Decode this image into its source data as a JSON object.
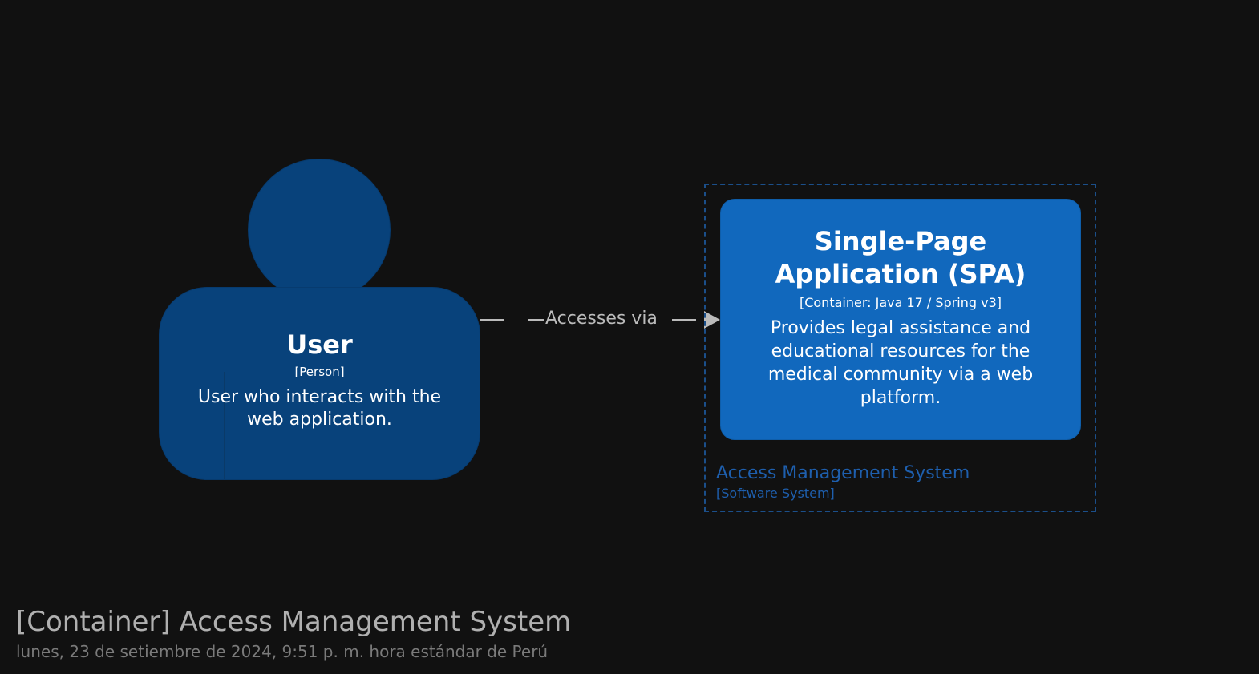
{
  "person": {
    "name": "User",
    "type": "[Person]",
    "description": "User who interacts with the web application."
  },
  "relationship": {
    "label": "Accesses via"
  },
  "boundary": {
    "name": "Access Management System",
    "type": "[Software System]"
  },
  "container": {
    "name": "Single-Page Application (SPA)",
    "type": "[Container: Java 17 / Spring v3]",
    "description": "Provides legal assistance and educational resources for the medical community via a web platform."
  },
  "diagram": {
    "title": "[Container] Access Management System",
    "subtitle": "lunes, 23 de setiembre de 2024, 9:51 p. m. hora estándar de Perú"
  },
  "colors": {
    "background": "#111111",
    "person": "#08427b",
    "container": "#1168bd",
    "boundary": "#1b4f8a",
    "arrow": "#bbbbbb"
  }
}
